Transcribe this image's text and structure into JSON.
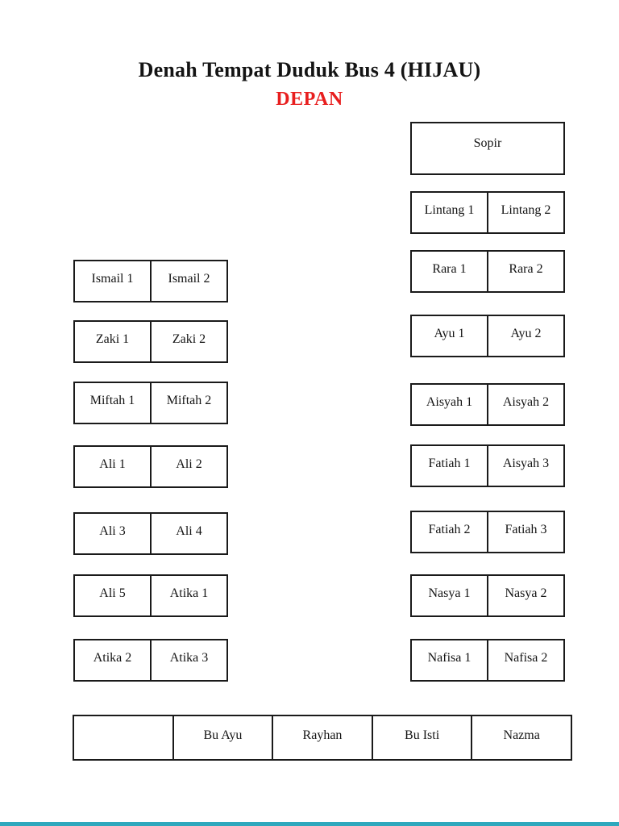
{
  "page": {
    "title": "Denah Tempat Duduk Bus 4 (HIJAU)",
    "front_label": "DEPAN",
    "colors": {
      "front_label_red": "#e81e1e",
      "border": "#1a1a1a",
      "bottom_bar": "#2ea8bd"
    }
  },
  "driver_box": {
    "label": "Sopir"
  },
  "right_column": {
    "rows": [
      [
        "Lintang 1",
        "Lintang 2"
      ],
      [
        "Rara 1",
        "Rara 2"
      ],
      [
        "Ayu 1",
        "Ayu 2"
      ],
      [
        "Aisyah 1",
        "Aisyah 2"
      ],
      [
        "Fatiah 1",
        "Aisyah 3"
      ],
      [
        "Fatiah 2",
        "Fatiah 3"
      ],
      [
        "Nasya 1",
        "Nasya 2"
      ],
      [
        "Nafisa 1",
        "Nafisa 2"
      ]
    ]
  },
  "left_column": {
    "rows": [
      [
        "Ismail 1",
        "Ismail 2"
      ],
      [
        "Zaki 1",
        "Zaki 2"
      ],
      [
        "Miftah 1",
        "Miftah 2"
      ],
      [
        "Ali 1",
        "Ali 2"
      ],
      [
        "Ali 3",
        "Ali 4"
      ],
      [
        "Ali 5",
        "Atika 1"
      ],
      [
        "Atika 2",
        "Atika 3"
      ]
    ]
  },
  "back_row": {
    "cells": [
      "",
      "Bu Ayu",
      "Rayhan",
      "Bu Isti",
      "Nazma"
    ]
  }
}
